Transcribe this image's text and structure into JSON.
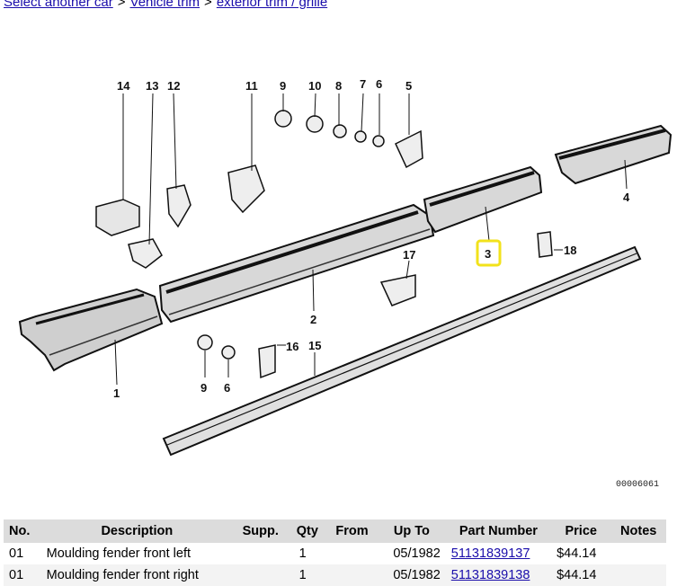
{
  "breadcrumb": {
    "items": [
      "Select another car",
      "Vehicle trim",
      "exterior trim / grille"
    ],
    "separator": ">"
  },
  "diagram": {
    "callouts": [
      "14",
      "13",
      "12",
      "11",
      "9",
      "10",
      "8",
      "7",
      "6",
      "5",
      "4",
      "3",
      "18",
      "17",
      "2",
      "16",
      "15",
      "1",
      "9",
      "6"
    ],
    "highlighted_callout": "3",
    "highlight_color": "#f2e21b",
    "code": "00006061"
  },
  "table": {
    "headers": [
      "No.",
      "Description",
      "Supp.",
      "Qty",
      "From",
      "Up To",
      "Part Number",
      "Price",
      "Notes"
    ],
    "rows": [
      {
        "no": "01",
        "description": "Moulding fender front left",
        "supp": "",
        "qty": "1",
        "from": "",
        "up_to": "05/1982",
        "part_number": "51131839137",
        "price": "$44.14",
        "notes": ""
      },
      {
        "no": "01",
        "description": "Moulding fender front right",
        "supp": "",
        "qty": "1",
        "from": "",
        "up_to": "05/1982",
        "part_number": "51131839138",
        "price": "$44.14",
        "notes": ""
      }
    ]
  }
}
